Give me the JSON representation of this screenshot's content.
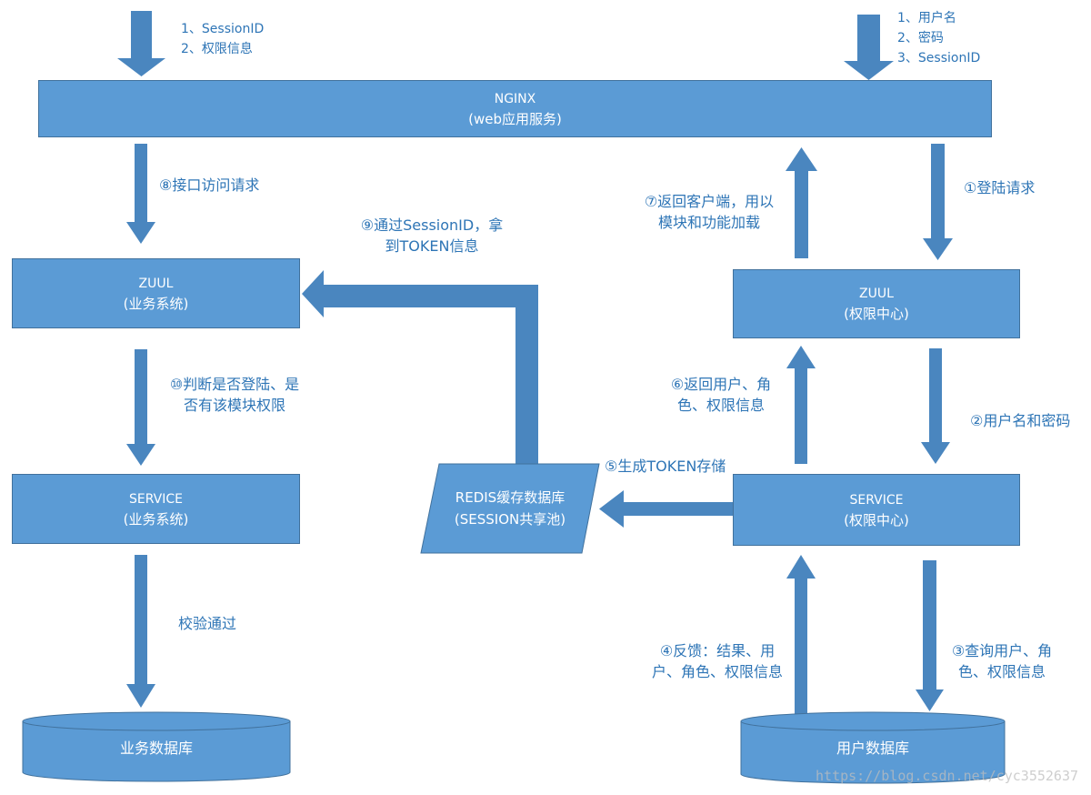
{
  "colors": {
    "box_fill": "#5b9bd5",
    "box_border": "#41719c",
    "arrow": "#4a86bf",
    "label": "#2e75b6"
  },
  "nodes": {
    "nginx": {
      "line1": "NGINX",
      "line2": "(web应用服务)"
    },
    "zuul_biz": {
      "line1": "ZUUL",
      "line2": "(业务系统)"
    },
    "service_biz": {
      "line1": "SERVICE",
      "line2": "(业务系统)"
    },
    "biz_db": {
      "line1": "业务数据库"
    },
    "redis": {
      "line1": "REDIS缓存数据库",
      "line2": "(SESSION共享池)"
    },
    "zuul_auth": {
      "line1": "ZUUL",
      "line2": "(权限中心)"
    },
    "service_auth": {
      "line1": "SERVICE",
      "line2": "(权限中心)"
    },
    "user_db": {
      "line1": "用户数据库"
    }
  },
  "labels": {
    "left_in_1": "1、SessionID",
    "left_in_2": "2、权限信息",
    "right_in_1": "1、用户名",
    "right_in_2": "2、密码",
    "right_in_3": "3、SessionID",
    "step1": "①登陆请求",
    "step2": "②用户名和密码",
    "step3_1": "③查询用户、角",
    "step3_2": "色、权限信息",
    "step4_1": "④反馈：结果、用",
    "step4_2": "户、角色、权限信息",
    "step5": "⑤生成TOKEN存储",
    "step6_1": "⑥返回用户、角",
    "step6_2": "色、权限信息",
    "step7_1": "⑦返回客户端，用以",
    "step7_2": "模块和功能加载",
    "step8": "⑧接口访问请求",
    "step9_1": "⑨通过SessionID，拿",
    "step9_2": "到TOKEN信息",
    "step10_1": "⑩判断是否登陆、是",
    "step10_2": "否有该模块权限",
    "verify": "校验通过"
  },
  "watermark": "https://blog.csdn.net/cyc3552637"
}
